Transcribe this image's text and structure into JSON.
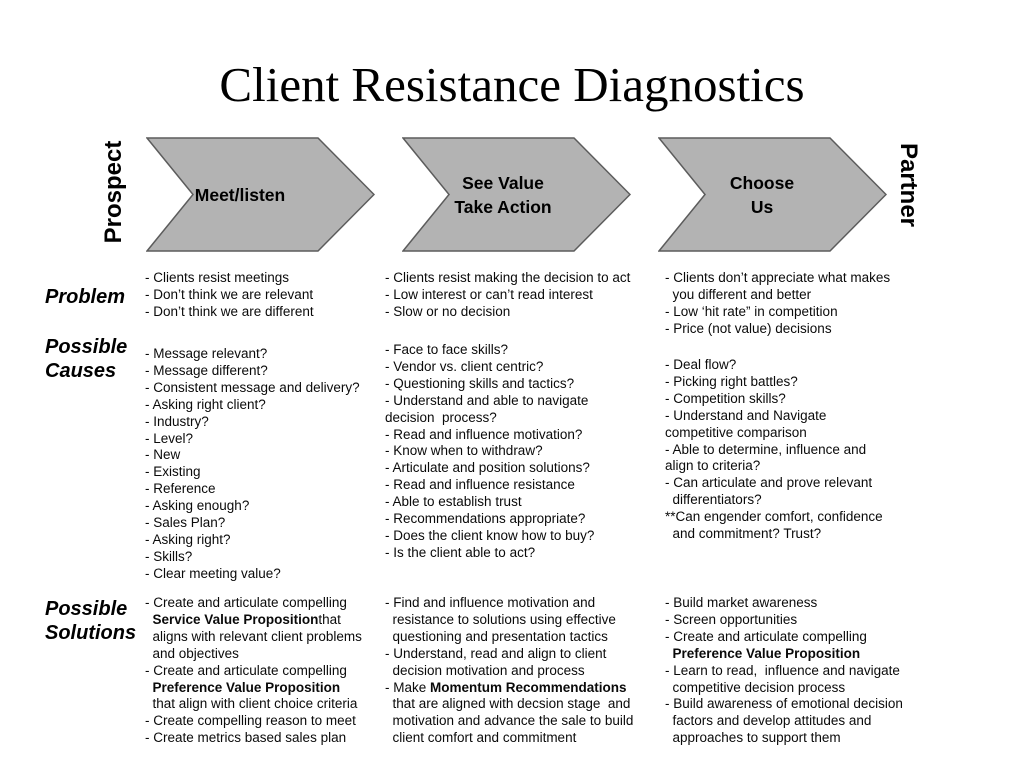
{
  "slide": {
    "title": "Client Resistance Diagnostics",
    "flow": {
      "start": "Prospect",
      "end": "Partner",
      "stages": [
        "Meet/listen",
        "See Value\nTake Action",
        "Choose\nUs"
      ]
    },
    "rows": [
      {
        "label": "Problem",
        "cells": [
          [
            [
              {
                "t": "- Clients resist meetings"
              }
            ],
            [
              {
                "t": "- Don’t think we are relevant"
              }
            ],
            [
              {
                "t": "- Don’t think we are different"
              }
            ]
          ],
          [
            [
              {
                "t": "- Clients resist making the decision to act"
              }
            ],
            [
              {
                "t": "- Low interest or can’t read interest"
              }
            ],
            [
              {
                "t": "- Slow or no decision"
              }
            ]
          ],
          [
            [
              {
                "t": "- Clients don’t appreciate what makes\n  you different and better"
              }
            ],
            [
              {
                "t": "- Low ‘hit rate” in competition"
              }
            ],
            [
              {
                "t": "- Price (not value) decisions"
              }
            ]
          ]
        ]
      },
      {
        "label": "Possible\nCauses",
        "cells": [
          [
            [
              {
                "t": "- Message relevant?"
              }
            ],
            [
              {
                "t": "- Message different?"
              }
            ],
            [
              {
                "t": "- Consistent message and delivery?"
              }
            ],
            [
              {
                "t": "- Asking right client?"
              }
            ],
            [
              {
                "t": "- Industry?"
              }
            ],
            [
              {
                "t": "- Level?"
              }
            ],
            [
              {
                "t": "- New"
              }
            ],
            [
              {
                "t": "- Existing"
              }
            ],
            [
              {
                "t": "- Reference"
              }
            ],
            [
              {
                "t": "- Asking enough?"
              }
            ],
            [
              {
                "t": "- Sales Plan?"
              }
            ],
            [
              {
                "t": "- Asking right?"
              }
            ],
            [
              {
                "t": "- Skills?"
              }
            ],
            [
              {
                "t": "- Clear meeting value?"
              }
            ]
          ],
          [
            [
              {
                "t": "- Face to face skills?"
              }
            ],
            [
              {
                "t": "- Vendor vs. client centric?"
              }
            ],
            [
              {
                "t": "- Questioning skills and tactics?"
              }
            ],
            [
              {
                "t": "- Understand and able to navigate\ndecision  process?"
              }
            ],
            [
              {
                "t": "- Read and influence motivation?"
              }
            ],
            [
              {
                "t": "- Know when to withdraw?"
              }
            ],
            [
              {
                "t": "- Articulate and position solutions?"
              }
            ],
            [
              {
                "t": "- Read and influence resistance"
              }
            ],
            [
              {
                "t": "- Able to establish trust"
              }
            ],
            [
              {
                "t": "- Recommendations appropriate?"
              }
            ],
            [
              {
                "t": "- Does the client know how to buy?"
              }
            ],
            [
              {
                "t": "- Is the client able to act?"
              }
            ]
          ],
          [
            [
              {
                "t": "- Deal flow?"
              }
            ],
            [
              {
                "t": "- Picking right battles?"
              }
            ],
            [
              {
                "t": "- Competition skills?"
              }
            ],
            [
              {
                "t": "- Understand and Navigate\ncompetitive comparison"
              }
            ],
            [
              {
                "t": "- Able to determine, influence and\nalign to criteria?"
              }
            ],
            [
              {
                "t": "- Can articulate and prove relevant\n  differentiators?"
              }
            ],
            [
              {
                "t": "**Can engender comfort, confidence\n  and commitment? Trust?"
              }
            ]
          ]
        ]
      },
      {
        "label": "Possible\nSolutions",
        "cells": [
          [
            [
              {
                "t": "- Create and articulate compelling\n  "
              },
              {
                "t": "Service Value Proposition",
                "b": true
              },
              {
                "t": "that\n  aligns with relevant client problems\n  and objectives"
              }
            ],
            [
              {
                "t": "- Create and articulate compelling\n  "
              },
              {
                "t": "Preference Value Proposition",
                "b": true
              },
              {
                "t": "\n  that align with client choice criteria"
              }
            ],
            [
              {
                "t": "- Create compelling reason to meet"
              }
            ],
            [
              {
                "t": "- Create metrics based sales plan"
              }
            ]
          ],
          [
            [
              {
                "t": "- Find and influence motivation and\n  resistance to solutions using effective\n  questioning and presentation tactics"
              }
            ],
            [
              {
                "t": "- Understand, read and align to client\n  decision motivation and process"
              }
            ],
            [
              {
                "t": "- Make "
              },
              {
                "t": "Momentum Recommendations",
                "b": true
              },
              {
                "t": "\n  that are aligned with decsion stage  and\n  motivation and advance the sale to build\n  client comfort and commitment"
              }
            ]
          ],
          [
            [
              {
                "t": "- Build market awareness"
              }
            ],
            [
              {
                "t": "- Screen opportunities"
              }
            ],
            [
              {
                "t": "- Create and articulate compelling\n  "
              },
              {
                "t": "Preference Value Proposition",
                "b": true
              }
            ],
            [
              {
                "t": "- Learn to read,  influence and navigate\n  competitive decision process"
              }
            ],
            [
              {
                "t": "- Build awareness of emotional decision\n  factors and develop attitudes and\n  approaches to support them"
              }
            ]
          ]
        ]
      }
    ]
  },
  "colors": {
    "background": "#ffffff",
    "text": "#0a0a0a",
    "arrow_fill": "#b3b3b3",
    "arrow_stroke": "#5c5c5c"
  }
}
